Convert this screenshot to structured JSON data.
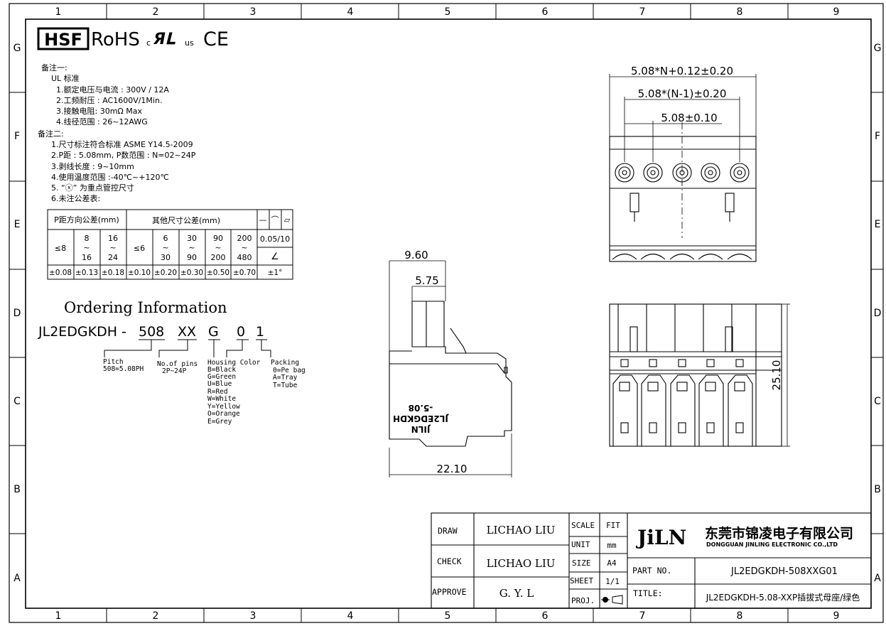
{
  "frame": {
    "cols": [
      "1",
      "2",
      "3",
      "4",
      "5",
      "6",
      "7",
      "8",
      "9"
    ],
    "rows": [
      "G",
      "F",
      "E",
      "D",
      "C",
      "B",
      "A"
    ]
  },
  "logos": {
    "hsf": "HSF",
    "rohs": "RoHS",
    "ul_c": "c",
    "ul_us": "us",
    "ce": "CE"
  },
  "notes1": {
    "title": "备注一:",
    "sub": "UL  标准",
    "items": [
      "1.额定电压与电流 :  300V / 12A",
      "2.工频耐压 :  AC1600V/1Min.",
      "3.接触电阻: 30mΩ  Max",
      "4.线径范围 :  26~12AWG"
    ]
  },
  "notes2": {
    "title": "备注二:",
    "items": [
      "1.尺寸标注符合标准  ASME  Y14.5-2009",
      "2.P距 :  5.08mm, P数范围 :  N=02~24P",
      "3.剥线长度 :  9~10mm",
      "4.使用温度范围 :-40℃~+120℃",
      "5. “ⓧ” 为重点管控尺寸",
      "6.未注公差表:"
    ]
  },
  "tol_table": {
    "head_p": "P距方向公差(mm)",
    "head_other": "其他尺寸公差(mm)",
    "head_syms": [
      "—",
      "⌒",
      "▱"
    ],
    "range_cells": [
      [
        "≤8"
      ],
      [
        "8",
        "~",
        "16"
      ],
      [
        "16",
        "~",
        "24"
      ],
      [
        "≤6"
      ],
      [
        "6",
        "~",
        "30"
      ],
      [
        "30",
        "~",
        "90"
      ],
      [
        "90",
        "~",
        "200"
      ],
      [
        "200",
        "~",
        "480"
      ]
    ],
    "angle_range": "0.05/10",
    "angle_sym": "∠",
    "tol_values": [
      "±0.08",
      "±0.13",
      "±0.18",
      "±0.10",
      "±0.20",
      "±0.30",
      "±0.50",
      "±0.70",
      "±1°"
    ]
  },
  "ordering": {
    "title": "Ordering Information",
    "pn_prefix": "JL2EDGKDH -",
    "seg_pitch": "508",
    "seg_pins": "XX",
    "seg_color": "G",
    "seg_0": "0",
    "seg_1": "1",
    "pitch_label": "Pitch",
    "pitch_value": "508=5.08PH",
    "pins_label": "No.of pins",
    "pins_value": "2P~24P",
    "color_label": "Housing Color",
    "colors": [
      "B=Black",
      "G=Green",
      "U=Blue",
      "R=Red",
      "W=White",
      "Y=Yellow",
      "O=Orange",
      "E=Grey"
    ],
    "packing_label": "Packing",
    "packing": [
      "0=Pe bag",
      "A=Tray",
      "T=Tube"
    ]
  },
  "dims": {
    "d1": "5.08*N+0.12±0.20",
    "d2": "5.08*(N-1)±0.20",
    "d3": "5.08±0.10",
    "side_w1": "9.60",
    "side_w2": "5.75",
    "side_len": "22.10",
    "height": "25.10",
    "side_marking": [
      "JILN",
      "JL2EDGKDH",
      "-5.08"
    ]
  },
  "title_block": {
    "draw_label": "DRAW",
    "draw_value": "LICHAO LIU",
    "check_label": "CHECK",
    "check_value": "LICHAO LIU",
    "approve_label": "APPROVE",
    "approve_value": "G. Y. L",
    "scale_label": "SCALE",
    "scale_value": "FIT",
    "unit_label": "UNIT",
    "unit_value": "mm",
    "size_label": "SIZE",
    "size_value": "A4",
    "sheet_label": "SHEET",
    "sheet_value": "1/1",
    "proj_label": "PROJ.",
    "company_logo": "JiLN",
    "company_cn": "东莞市锦凌电子有限公司",
    "company_en": "DONGGUAN JINLING ELECTRONIC CO.,LTD",
    "partno_label": "PART NO.",
    "partno_value": "JL2EDGKDH-508XXG01",
    "title_label": "TITLE:",
    "title_value": "JL2EDGKDH-5.08-XXP插拔式母座/绿色"
  }
}
